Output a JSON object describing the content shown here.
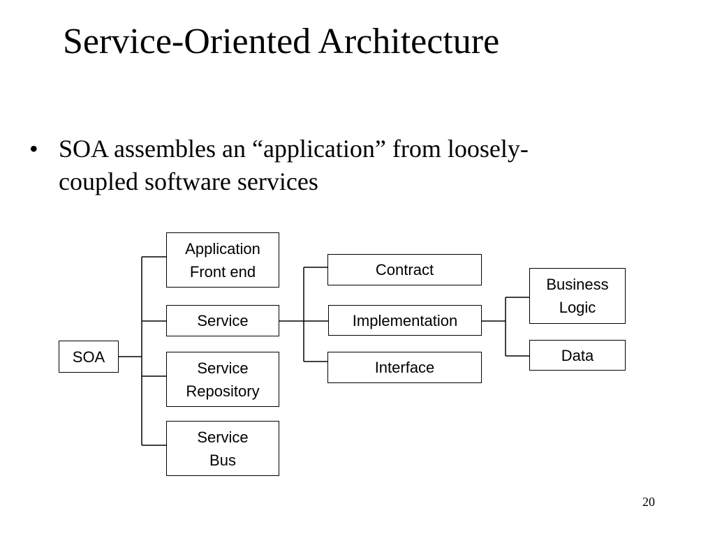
{
  "slide": {
    "title": "Service-Oriented Architecture",
    "bullet": {
      "symbol": "•",
      "line1": "SOA assembles an “application” from loosely-",
      "line2": "coupled software services"
    },
    "page_number": "20"
  },
  "diagram": {
    "soa": "SOA",
    "app_frontend": {
      "line1": "Application",
      "line2": "Front end"
    },
    "service": "Service",
    "service_repository": {
      "line1": "Service",
      "line2": "Repository"
    },
    "service_bus": {
      "line1": "Service",
      "line2": "Bus"
    },
    "contract": "Contract",
    "implementation": "Implementation",
    "interface": "Interface",
    "business_logic": {
      "line1": "Business",
      "line2": "Logic"
    },
    "data": "Data"
  },
  "colors": {
    "background": "#ffffff",
    "foreground": "#000000"
  }
}
